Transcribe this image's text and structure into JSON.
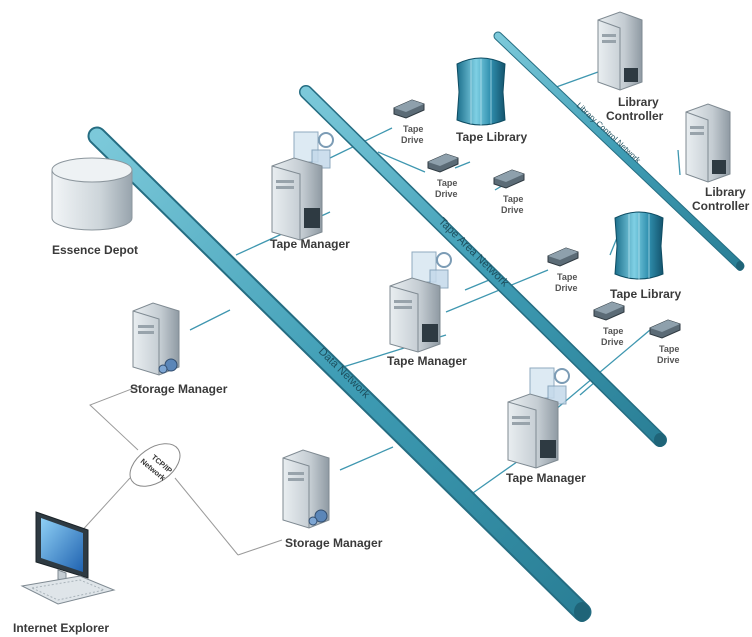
{
  "networks": {
    "data": "Data Network",
    "tape_area": "Tape Area Network",
    "library_control": "Library Control Network",
    "tcpip_line1": "TCP/IP",
    "tcpip_line2": "Network"
  },
  "nodes": {
    "essence_depot": "Essence Depot",
    "storage_manager_1": "Storage Manager",
    "storage_manager_2": "Storage Manager",
    "internet_explorer": "Internet Explorer",
    "tape_manager_1": "Tape Manager",
    "tape_manager_2": "Tape Manager",
    "tape_manager_3": "Tape Manager",
    "tape_library_1": "Tape Library",
    "tape_library_2": "Tape Library",
    "library_controller_1_l1": "Library",
    "library_controller_1_l2": "Controller",
    "library_controller_2_l1": "Library",
    "library_controller_2_l2": "Controller",
    "tape_drive_l1": "Tape",
    "tape_drive_l2": "Drive"
  },
  "colors": {
    "pipe": "#4ba7bd",
    "pipe_dark": "#2a7f96",
    "link": "#3f97b0",
    "server": "#c9d1d6",
    "screen": "#2f78c4"
  }
}
